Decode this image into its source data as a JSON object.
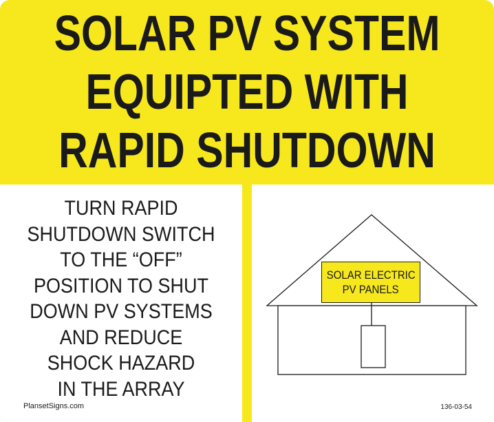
{
  "header": {
    "lines": [
      "SOLAR PV SYSTEM",
      "EQUIPTED WITH",
      "RAPID SHUTDOWN"
    ]
  },
  "instructions": {
    "lines": [
      "TURN RAPID",
      "SHUTDOWN SWITCH",
      "TO THE “OFF”",
      "POSITION TO SHUT",
      "DOWN PV SYSTEMS",
      "AND REDUCE",
      "SHOCK HAZARD",
      "IN THE ARRAY"
    ]
  },
  "diagram": {
    "panel_label_lines": [
      "SOLAR ELECTRIC",
      "PV PANELS"
    ]
  },
  "footer": {
    "brand": "PlansetSigns.com",
    "code": "136-03-54"
  },
  "colors": {
    "sign_yellow": "#f6e81c",
    "ink": "#1a1a1a"
  }
}
